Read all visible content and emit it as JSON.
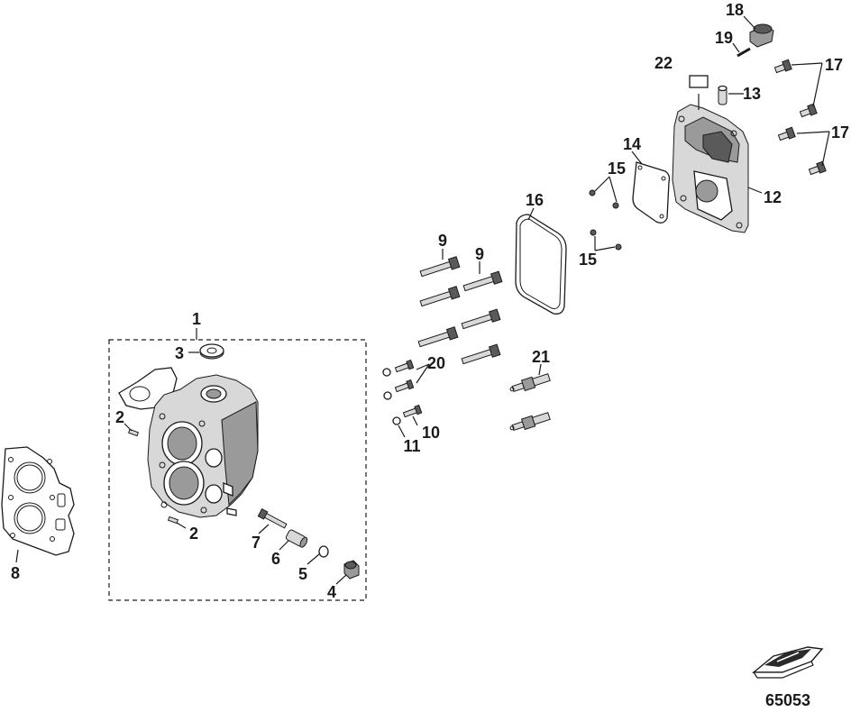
{
  "figure_number": "65053",
  "callouts": {
    "c1": "1",
    "c2a": "2",
    "c2b": "2",
    "c3": "3",
    "c4": "4",
    "c5": "5",
    "c6": "6",
    "c7": "7",
    "c8": "8",
    "c9a": "9",
    "c9b": "9",
    "c10": "10",
    "c11": "11",
    "c12": "12",
    "c13": "13",
    "c14": "14",
    "c15a": "15",
    "c15b": "15",
    "c16": "16",
    "c17a": "17",
    "c17b": "17",
    "c18": "18",
    "c19": "19",
    "c20": "20",
    "c21": "21",
    "c22": "22"
  },
  "icons": {
    "boat": "boat-icon"
  }
}
